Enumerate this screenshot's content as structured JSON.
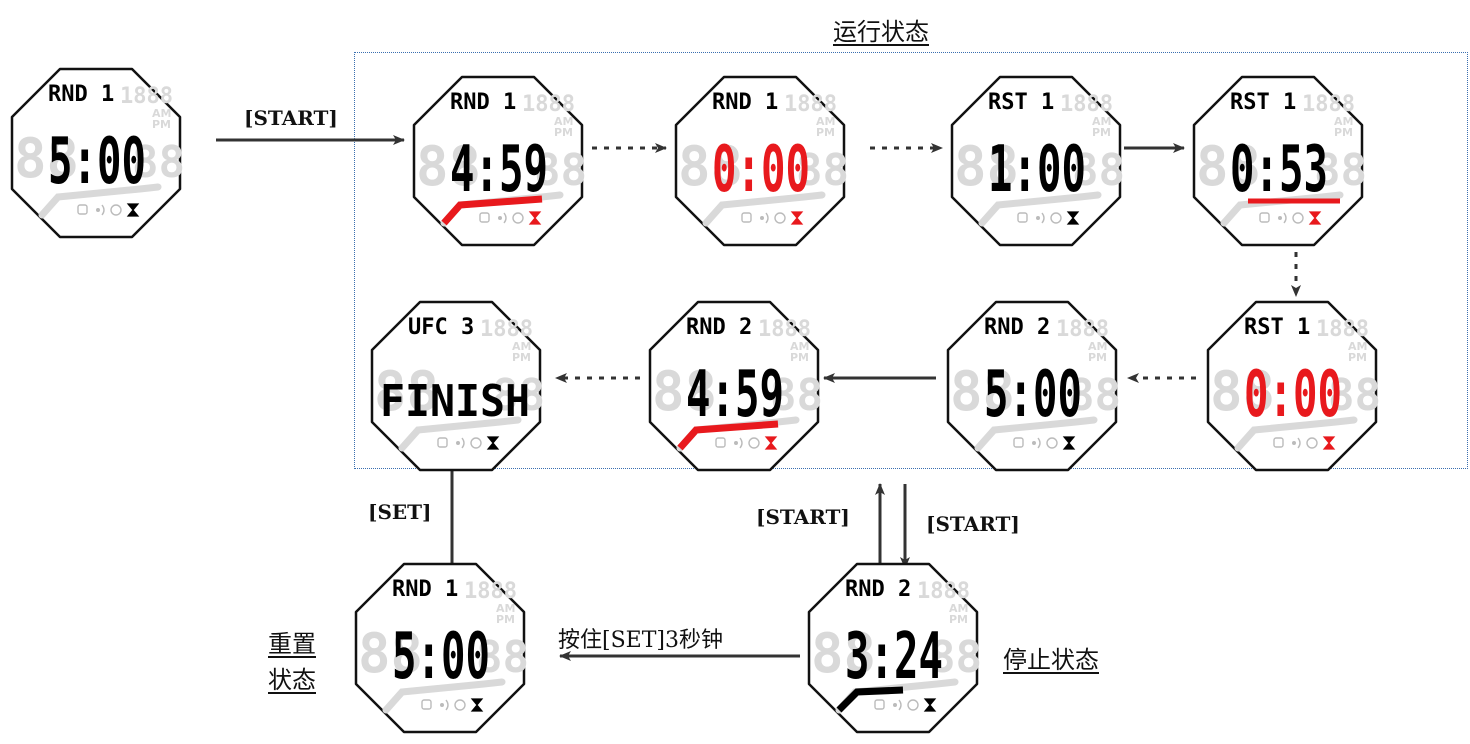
{
  "title_running": "运行状态",
  "label_reset": [
    "重置",
    "状态"
  ],
  "label_stopped": "停止状态",
  "buttons": {
    "start_1": "[START]",
    "start_up": "[START]",
    "start_down": "[START]",
    "set": "[SET]",
    "hold_set": "按住[SET]3秒钟"
  },
  "colors": {
    "accent": "#e8191d",
    "ink": "#000000",
    "ghost": "#d9d9d9",
    "frame": "#3a6fb0"
  },
  "watches": [
    {
      "id": "initial",
      "top": "RND  1",
      "main": "5:00",
      "color": "#000000",
      "bar": "none"
    },
    {
      "id": "run-1",
      "top": "RND  1",
      "main": "4:59",
      "color": "#000000",
      "bar": "red-full"
    },
    {
      "id": "run-2",
      "top": "RND  1",
      "main": "0:00",
      "color": "#e8191d",
      "bar": "none"
    },
    {
      "id": "run-3",
      "top": "RST  1",
      "main": "1:00",
      "color": "#000000",
      "bar": "none"
    },
    {
      "id": "run-4",
      "top": "RST  1",
      "main": "0:53",
      "color": "#000000",
      "bar": "red-flat"
    },
    {
      "id": "run-5",
      "top": "RST  1",
      "main": "0:00",
      "color": "#e8191d",
      "bar": "none"
    },
    {
      "id": "run-6",
      "top": "RND  2",
      "main": "5:00",
      "color": "#000000",
      "bar": "none"
    },
    {
      "id": "run-7",
      "top": "RND  2",
      "main": "4:59",
      "color": "#000000",
      "bar": "red-full"
    },
    {
      "id": "finish",
      "top": "UFC  3",
      "main": "FINISH",
      "color": "#000000",
      "bar": "none"
    },
    {
      "id": "stopped",
      "top": "RND  2",
      "main": "3:24",
      "color": "#000000",
      "bar": "black-partial"
    },
    {
      "id": "reset",
      "top": "RND  1",
      "main": "5:00",
      "color": "#000000",
      "bar": "none"
    }
  ]
}
